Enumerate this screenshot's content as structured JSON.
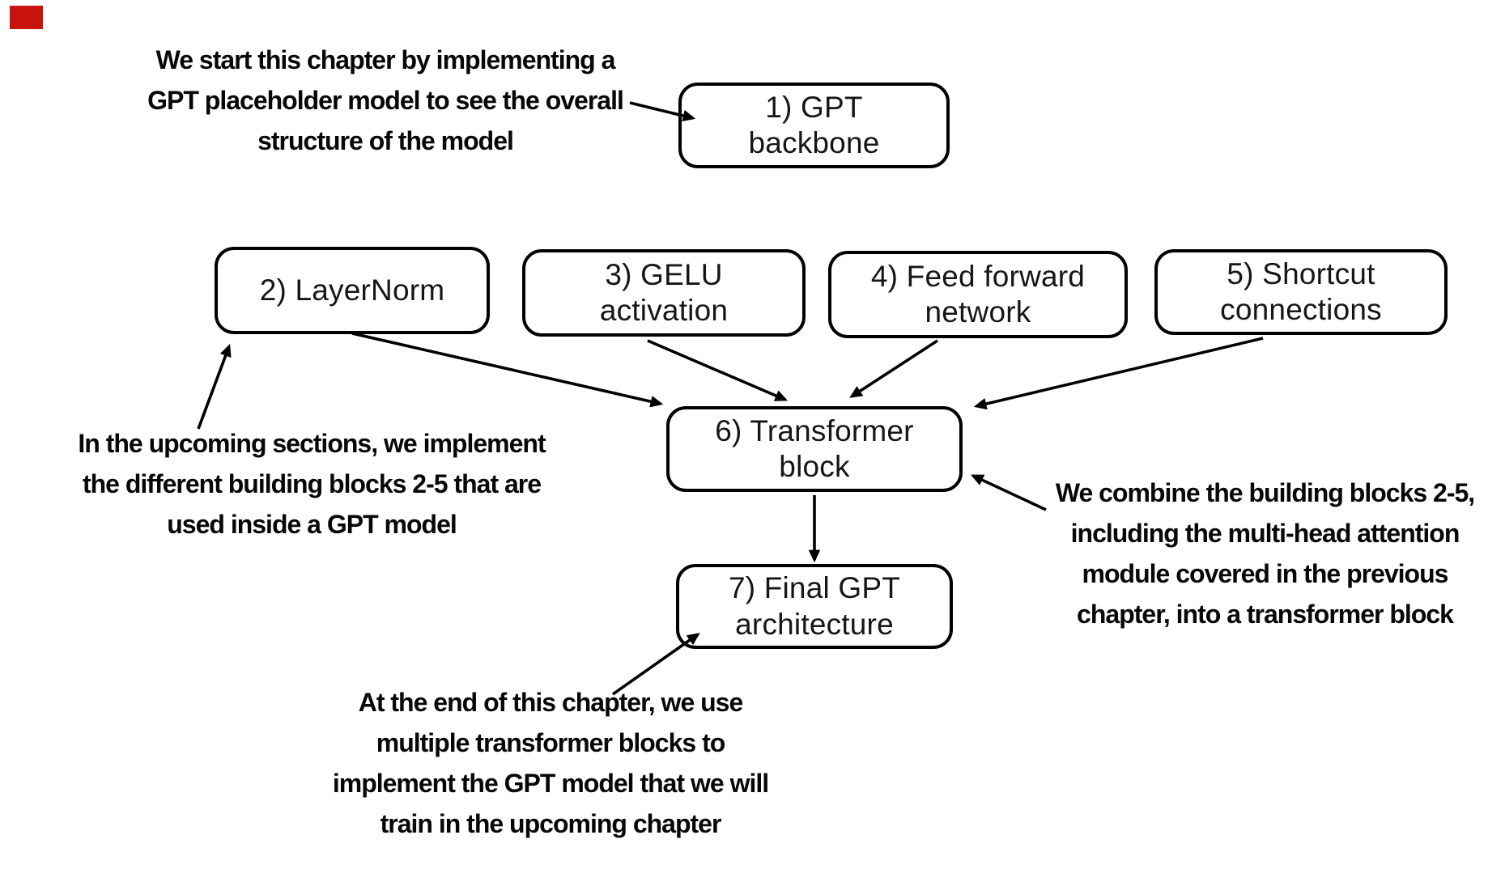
{
  "colors": {
    "background": "#ffffff",
    "line_ink": "#000000",
    "box_fill": "#ffffff",
    "box_border": "#000000",
    "box_text": "#161616",
    "note_text": "#070707",
    "marker_red": "#c9130e"
  },
  "boxes": [
    {
      "label": "1) GPT\nbackbone"
    },
    {
      "label": "2) LayerNorm"
    },
    {
      "label": "3) GELU\nactivation"
    },
    {
      "label": "4) Feed forward\nnetwork"
    },
    {
      "label": "5) Shortcut\nconnections"
    },
    {
      "label": "6) Transformer\nblock"
    },
    {
      "label": "7) Final GPT\narchitecture"
    }
  ],
  "annotations": [
    {
      "text": "We start this chapter by implementing a\nGPT placeholder model to see the overall\nstructure of the model"
    },
    {
      "text": "In the upcoming sections, we implement\nthe different building blocks 2-5 that are\nused inside a GPT model"
    },
    {
      "text": "We combine the building blocks 2-5,\nincluding the multi-head attention\nmodule covered in the previous\nchapter, into a transformer block"
    },
    {
      "text": "At the end of this chapter, we use\nmultiple transformer blocks to\nimplement the GPT model that we will\ntrain in the upcoming chapter"
    }
  ]
}
